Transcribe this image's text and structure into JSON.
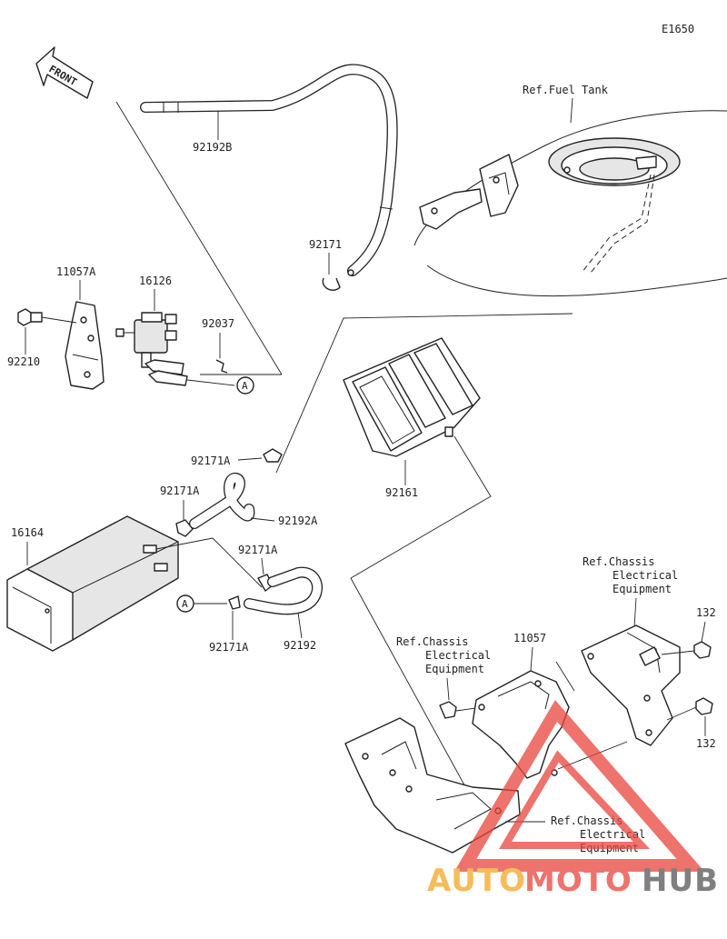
{
  "diagram_code": "E1650",
  "front_label": "FRONT",
  "refs": {
    "fuel_tank": "Ref.Fuel Tank",
    "chassis_1": [
      "Ref.Chassis",
      "Electrical",
      "Equipment"
    ],
    "chassis_2": [
      "Ref.Chassis",
      "Electrical",
      "Equipment"
    ],
    "chassis_3": [
      "Ref.Chassis",
      "Electrical",
      "Equipment"
    ]
  },
  "callout_marker": "A",
  "parts": {
    "hose_top": "92192B",
    "clamp_top": "92171",
    "bracket": "11057A",
    "valve": "16126",
    "clip": "92037",
    "bolt_flange": "92210",
    "clamp_upper": "92171A",
    "cover": "92161",
    "clamp_left": "92171A",
    "hose_short": "92192A",
    "canister": "16164",
    "clamp_mid": "92171A",
    "clamp_lower": "92171A",
    "hose_lower": "92192",
    "bracket_main": "11057",
    "bolt_upper": "132",
    "bolt_lower": "132"
  },
  "watermark": {
    "auto": "AUTO",
    "moto": "MOTO",
    "hub": "HUB",
    "colors": {
      "auto": "#f5a623",
      "moto": "#e8453c",
      "hub": "#555555",
      "triangle": "#e8453c"
    }
  }
}
